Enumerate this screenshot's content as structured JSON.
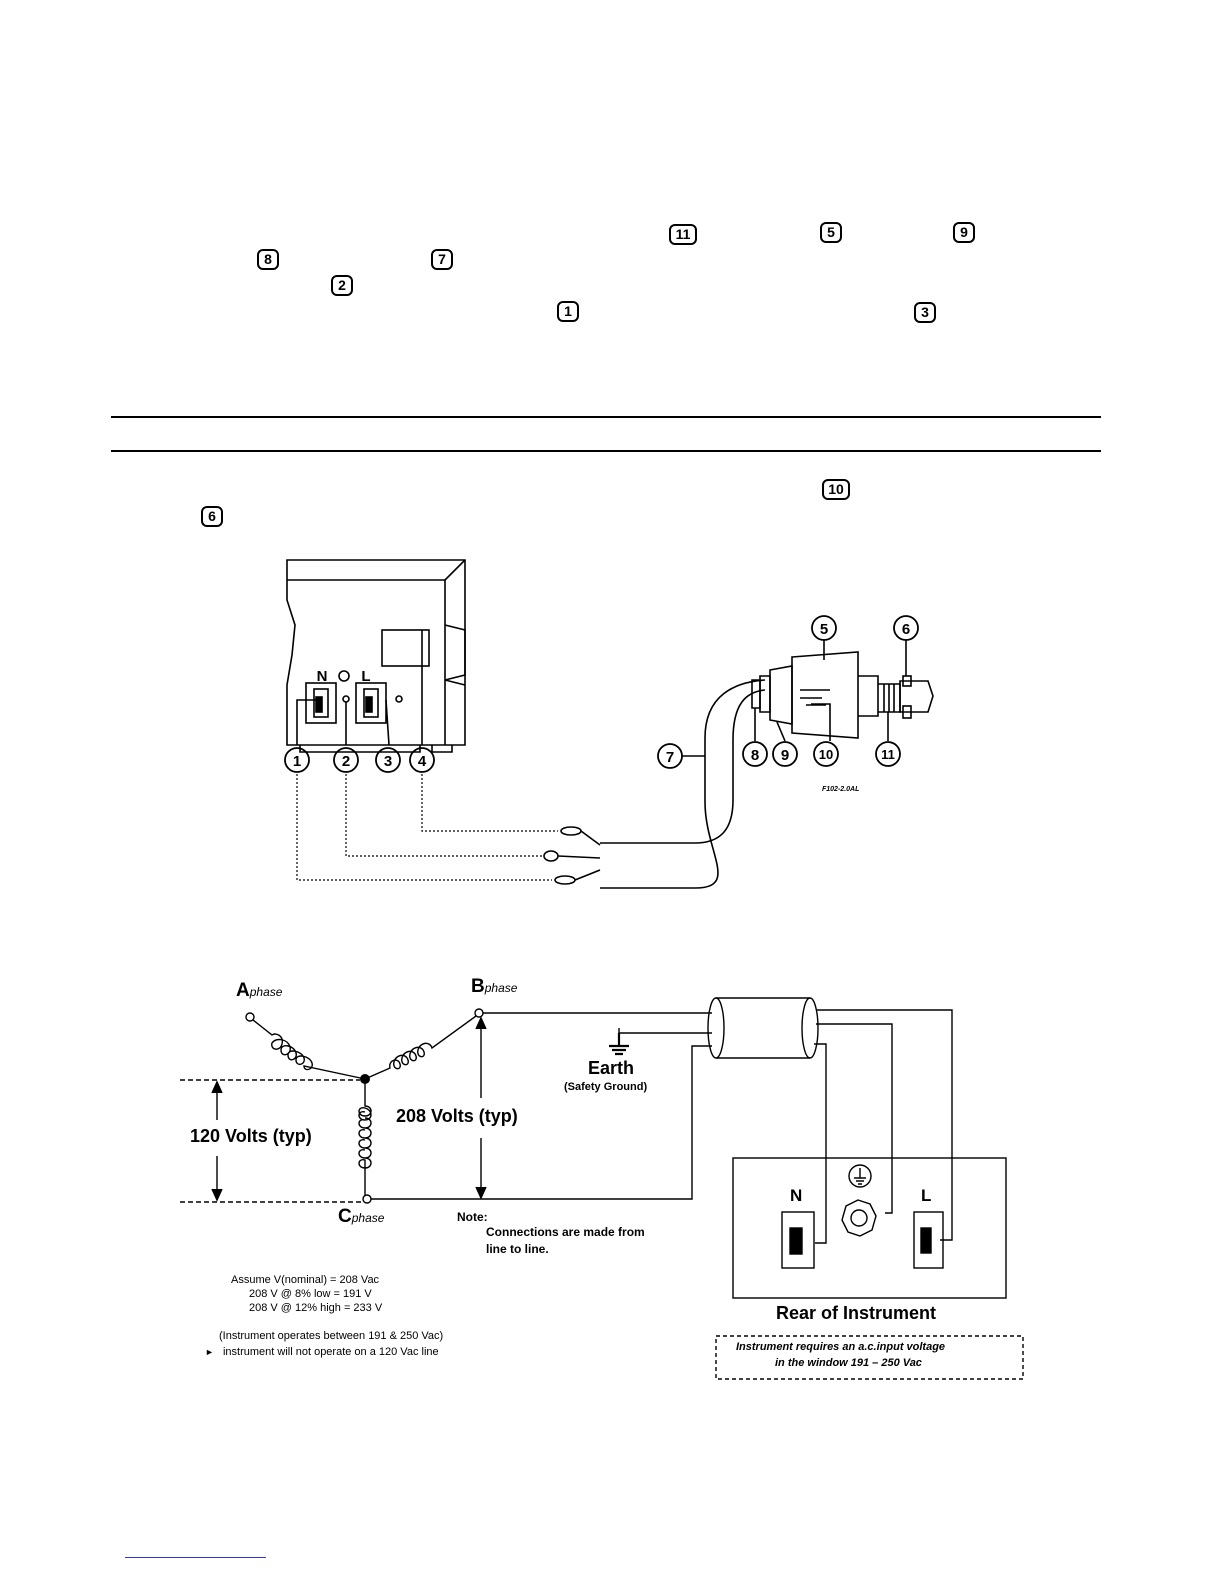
{
  "keys": {
    "k11": "11",
    "k5": "5",
    "k9": "9",
    "k8": "8",
    "k7": "7",
    "k2": "2",
    "k1": "1",
    "k3": "3",
    "k10": "10",
    "k6": "6"
  },
  "fig1": {
    "instrument_labels": {
      "n": "N",
      "l": "L"
    },
    "callouts": {
      "c1": "1",
      "c2": "2",
      "c3": "3",
      "c4": "4",
      "c5": "5",
      "c6": "6",
      "c7": "7",
      "c8": "8",
      "c9": "9",
      "c10": "10",
      "c11": "11"
    },
    "figure_code": "F102-2.0AL"
  },
  "fig2": {
    "a_letter": "A",
    "a_sub": "phase",
    "b_letter": "B",
    "b_sub": "phase",
    "c_letter": "C",
    "c_sub": "phase",
    "v120": "120 Volts (typ)",
    "v208": "208 Volts (typ)",
    "earth": "Earth",
    "safety": "(Safety Ground)",
    "note_head": "Note:",
    "note_l1": "Connections are made from",
    "note_l2": "line to line.",
    "assume_l1": "Assume V(nominal) = 208 Vac",
    "assume_l2": "208 V @ 8% low = 191 V",
    "assume_l3": "208 V @ 12% high = 233 V",
    "operates": "(Instrument operates between 191 & 250 Vac)",
    "wont_marker": "►",
    "wont": "instrument will not operate on a 120 Vac line",
    "rear_n": "N",
    "rear_l": "L",
    "rear_caption": "Rear of Instrument",
    "req_l1": "Instrument requires an a.c.input voltage",
    "req_l2": "in the window 191 – 250 Vac"
  },
  "colors": {
    "ink": "#000000",
    "footer_link": "#3333cc"
  }
}
